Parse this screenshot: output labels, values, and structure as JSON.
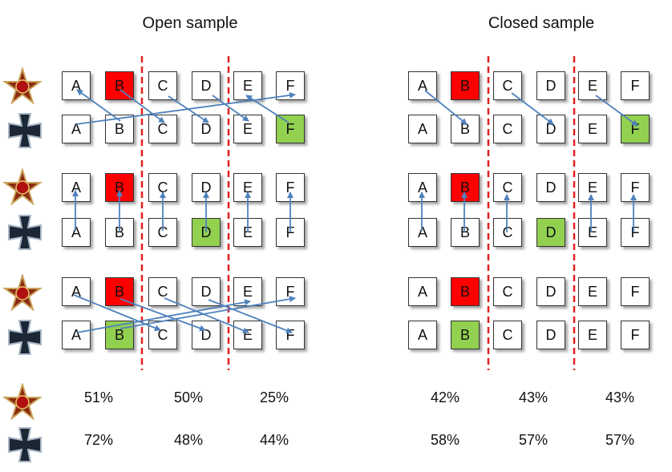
{
  "panels": [
    {
      "title": "Open sample",
      "rows": [
        {
          "top": [
            {
              "label": "A",
              "color": "white"
            },
            {
              "label": "B",
              "color": "red"
            },
            {
              "label": "C",
              "color": "white"
            },
            {
              "label": "D",
              "color": "white"
            },
            {
              "label": "E",
              "color": "white"
            },
            {
              "label": "F",
              "color": "white"
            }
          ],
          "bottom": [
            {
              "label": "A",
              "color": "white"
            },
            {
              "label": "B",
              "color": "white"
            },
            {
              "label": "C",
              "color": "white"
            },
            {
              "label": "D",
              "color": "white"
            },
            {
              "label": "E",
              "color": "white"
            },
            {
              "label": "F",
              "color": "green"
            }
          ]
        },
        {
          "top": [
            {
              "label": "A",
              "color": "white"
            },
            {
              "label": "B",
              "color": "red"
            },
            {
              "label": "C",
              "color": "white"
            },
            {
              "label": "D",
              "color": "white"
            },
            {
              "label": "E",
              "color": "white"
            },
            {
              "label": "F",
              "color": "white"
            }
          ],
          "bottom": [
            {
              "label": "A",
              "color": "white"
            },
            {
              "label": "B",
              "color": "white"
            },
            {
              "label": "C",
              "color": "white"
            },
            {
              "label": "D",
              "color": "green"
            },
            {
              "label": "E",
              "color": "white"
            },
            {
              "label": "F",
              "color": "white"
            }
          ]
        },
        {
          "top": [
            {
              "label": "A",
              "color": "white"
            },
            {
              "label": "B",
              "color": "red"
            },
            {
              "label": "C",
              "color": "white"
            },
            {
              "label": "D",
              "color": "white"
            },
            {
              "label": "E",
              "color": "white"
            },
            {
              "label": "F",
              "color": "white"
            }
          ],
          "bottom": [
            {
              "label": "A",
              "color": "white"
            },
            {
              "label": "B",
              "color": "green"
            },
            {
              "label": "C",
              "color": "white"
            },
            {
              "label": "D",
              "color": "white"
            },
            {
              "label": "E",
              "color": "white"
            },
            {
              "label": "F",
              "color": "white"
            }
          ]
        }
      ],
      "percent_top": [
        "51%",
        "50%",
        "25%"
      ],
      "percent_bottom": [
        "72%",
        "48%",
        "44%"
      ]
    },
    {
      "title": "Closed sample",
      "rows": [
        {
          "top": [
            {
              "label": "A",
              "color": "white"
            },
            {
              "label": "B",
              "color": "red"
            },
            {
              "label": "C",
              "color": "white"
            },
            {
              "label": "D",
              "color": "white"
            },
            {
              "label": "E",
              "color": "white"
            },
            {
              "label": "F",
              "color": "white"
            }
          ],
          "bottom": [
            {
              "label": "A",
              "color": "white"
            },
            {
              "label": "B",
              "color": "white"
            },
            {
              "label": "C",
              "color": "white"
            },
            {
              "label": "D",
              "color": "white"
            },
            {
              "label": "E",
              "color": "white"
            },
            {
              "label": "F",
              "color": "green"
            }
          ]
        },
        {
          "top": [
            {
              "label": "A",
              "color": "white"
            },
            {
              "label": "B",
              "color": "red"
            },
            {
              "label": "C",
              "color": "white"
            },
            {
              "label": "D",
              "color": "white"
            },
            {
              "label": "E",
              "color": "white"
            },
            {
              "label": "F",
              "color": "white"
            }
          ],
          "bottom": [
            {
              "label": "A",
              "color": "white"
            },
            {
              "label": "B",
              "color": "white"
            },
            {
              "label": "C",
              "color": "white"
            },
            {
              "label": "D",
              "color": "green"
            },
            {
              "label": "E",
              "color": "white"
            },
            {
              "label": "F",
              "color": "white"
            }
          ]
        },
        {
          "top": [
            {
              "label": "A",
              "color": "white"
            },
            {
              "label": "B",
              "color": "red"
            },
            {
              "label": "C",
              "color": "white"
            },
            {
              "label": "D",
              "color": "white"
            },
            {
              "label": "E",
              "color": "white"
            },
            {
              "label": "F",
              "color": "white"
            }
          ],
          "bottom": [
            {
              "label": "A",
              "color": "white"
            },
            {
              "label": "B",
              "color": "green"
            },
            {
              "label": "C",
              "color": "white"
            },
            {
              "label": "D",
              "color": "white"
            },
            {
              "label": "E",
              "color": "white"
            },
            {
              "label": "F",
              "color": "white"
            }
          ]
        }
      ],
      "percent_top": [
        "42%",
        "43%",
        "43%"
      ],
      "percent_bottom": [
        "58%",
        "57%",
        "57%"
      ]
    }
  ],
  "icons": {
    "top_row": "soviet-star-icon",
    "bottom_row": "iron-cross-icon"
  },
  "colors": {
    "red": "#ff0000",
    "green": "#92d050",
    "arrow": "#4f81bd",
    "divider": "#e02020"
  }
}
